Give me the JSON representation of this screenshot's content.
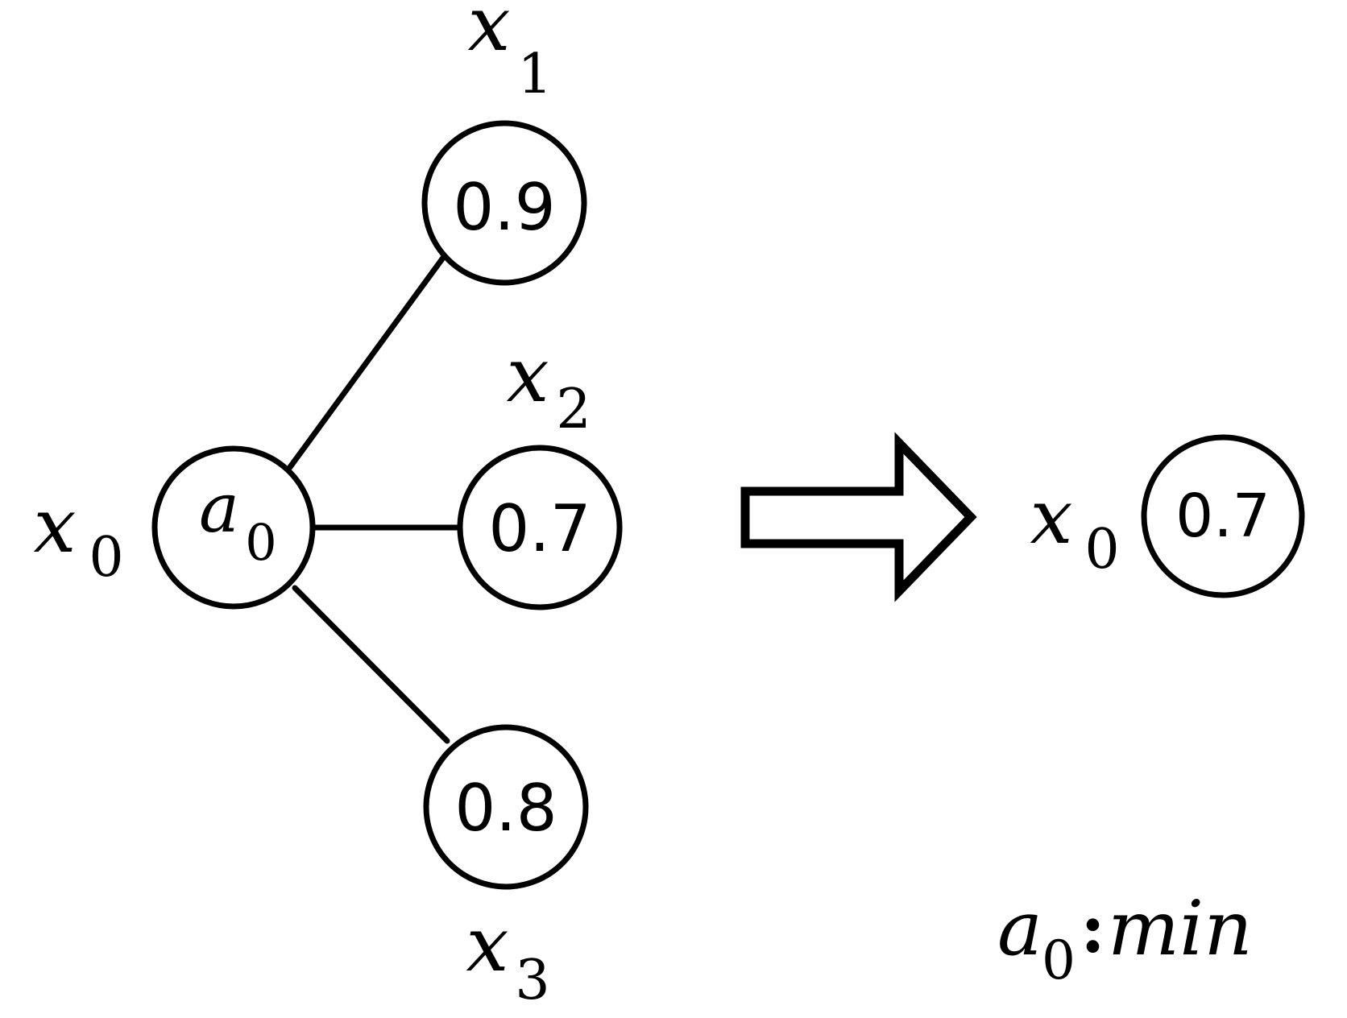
{
  "diagram": {
    "root": {
      "label": "x",
      "label_sub": "0",
      "inner": "a",
      "inner_sub": "0"
    },
    "children": [
      {
        "label": "x",
        "label_sub": "1",
        "value": "0.9"
      },
      {
        "label": "x",
        "label_sub": "2",
        "value": "0.7"
      },
      {
        "label": "x",
        "label_sub": "3",
        "value": "0.8"
      }
    ],
    "result": {
      "label": "x",
      "label_sub": "0",
      "value": "0.7"
    },
    "legend": {
      "symbol": "a",
      "symbol_sub": "0",
      "separator": ":",
      "operation": "min"
    }
  }
}
